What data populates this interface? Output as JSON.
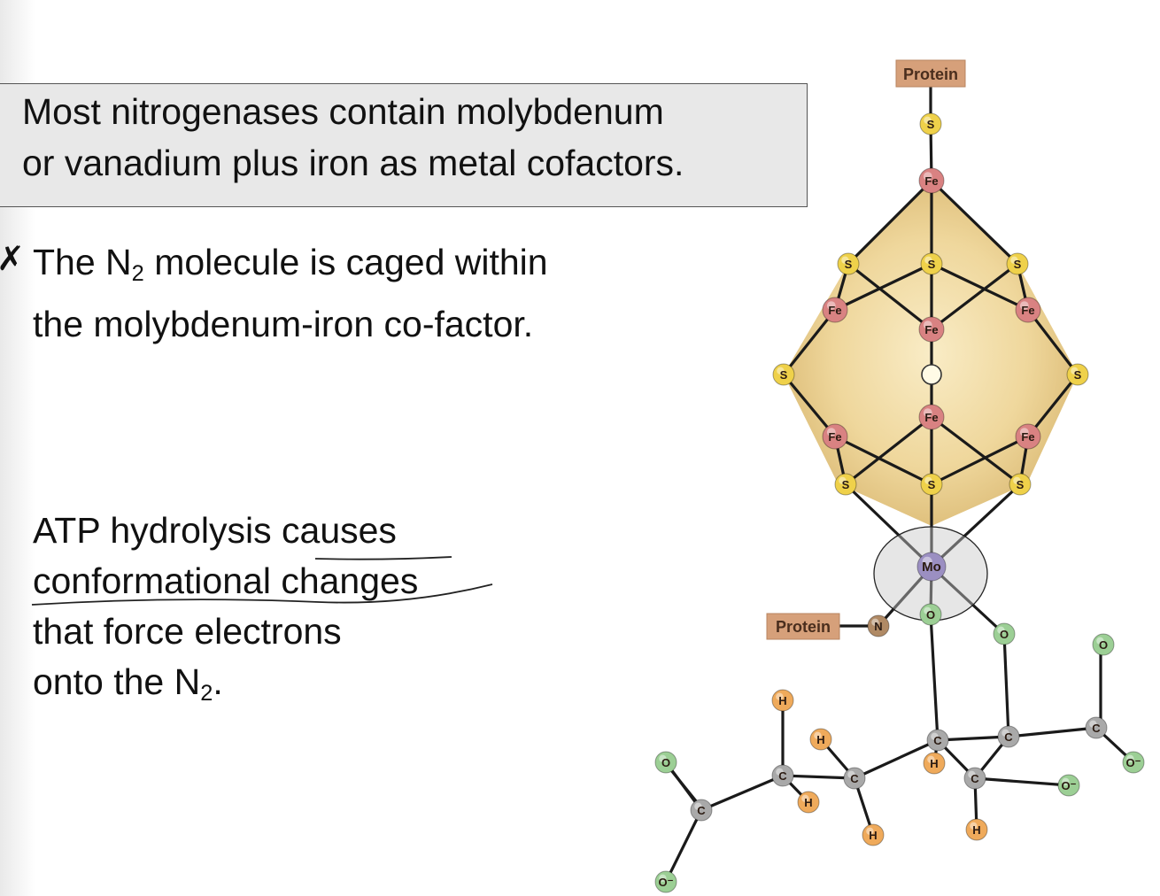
{
  "title_box": {
    "line1": "Most nitrogenases contain molybdenum",
    "line2": "or vanadium plus iron as metal cofactors."
  },
  "bullet": {
    "marker": "✗",
    "line1_before": "The N",
    "line1_sub": "2",
    "line1_after": " molecule is caged within",
    "line2": "the molybdenum-iron co-factor."
  },
  "atp": {
    "line1_a": "ATP hydrolysis ",
    "line1_b": "causes",
    "line2": "conformational changes",
    "line3": "that force electrons",
    "line4_before": "onto the N",
    "line4_sub": "2",
    "line4_after": "."
  },
  "diagram": {
    "top_protein_label": "Protein",
    "side_protein_label": "Protein",
    "atom_colors": {
      "Fe": "#d98282",
      "S": "#efd14a",
      "Mo": "#9b8fc2",
      "O": "#9ccf95",
      "C": "#a9a9a9",
      "H": "#efaa5b",
      "N": "#b08a65",
      "label_box": "#d6a07a"
    },
    "atoms": [
      {
        "el": "S",
        "label": "S"
      },
      {
        "el": "Fe",
        "label": "Fe"
      },
      {
        "el": "S",
        "label": "S"
      },
      {
        "el": "S",
        "label": "S"
      },
      {
        "el": "S",
        "label": "S"
      },
      {
        "el": "Fe",
        "label": "Fe"
      },
      {
        "el": "Fe",
        "label": "Fe"
      },
      {
        "el": "Fe",
        "label": "Fe"
      },
      {
        "el": "S",
        "label": "S"
      },
      {
        "el": "S",
        "label": "S"
      },
      {
        "el": "Fe",
        "label": "Fe"
      },
      {
        "el": "Fe",
        "label": "Fe"
      },
      {
        "el": "Fe",
        "label": "Fe"
      },
      {
        "el": "S",
        "label": "S"
      },
      {
        "el": "S",
        "label": "S"
      },
      {
        "el": "S",
        "label": "S"
      },
      {
        "el": "Mo",
        "label": "Mo"
      },
      {
        "el": "N",
        "label": "N"
      },
      {
        "el": "O",
        "label": "O"
      },
      {
        "el": "O",
        "label": "O"
      },
      {
        "el": "O",
        "label": "O"
      },
      {
        "el": "O",
        "label": "O⁻"
      },
      {
        "el": "O",
        "label": "O⁻"
      },
      {
        "el": "O",
        "label": "O"
      },
      {
        "el": "O",
        "label": "O⁻"
      },
      {
        "el": "C",
        "label": "C"
      },
      {
        "el": "C",
        "label": "C"
      },
      {
        "el": "C",
        "label": "C"
      },
      {
        "el": "C",
        "label": "C"
      },
      {
        "el": "C",
        "label": "C"
      },
      {
        "el": "C",
        "label": "C"
      },
      {
        "el": "C",
        "label": "C"
      },
      {
        "el": "H",
        "label": "H"
      },
      {
        "el": "H",
        "label": "H"
      },
      {
        "el": "H",
        "label": "H"
      },
      {
        "el": "H",
        "label": "H"
      },
      {
        "el": "H",
        "label": "H"
      },
      {
        "el": "H",
        "label": "H"
      }
    ]
  }
}
